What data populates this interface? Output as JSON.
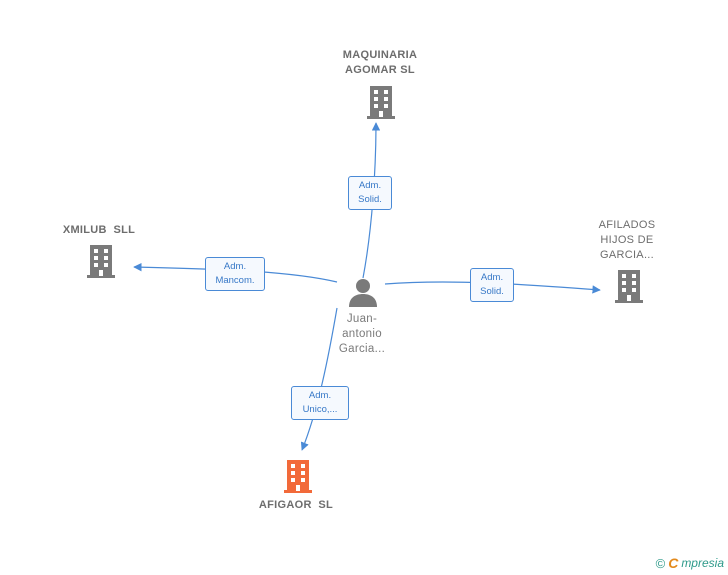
{
  "colors": {
    "edge": "#4a8ad6",
    "building": "#7a7a7a",
    "building_focus": "#f26a3a",
    "person": "#7a7a7a"
  },
  "center": {
    "name": "Juan-\nantonio\nGarcia...",
    "icon": "person-icon"
  },
  "companies": [
    {
      "name": "MAQUINARIA\nAGOMAR SL",
      "icon": "building-icon",
      "focus": false
    },
    {
      "name": "XMILUB  SLL",
      "icon": "building-icon",
      "focus": false
    },
    {
      "name": "AFILADOS\nHIJOS DE\nGARCIA...",
      "icon": "building-icon",
      "focus": false
    },
    {
      "name": "AFIGAOR  SL",
      "icon": "building-icon",
      "focus": true
    }
  ],
  "relations": [
    {
      "label": "Adm.\nSolid.",
      "target": "MAQUINARIA AGOMAR SL"
    },
    {
      "label": "Adm.\nMancom.",
      "target": "XMILUB  SLL"
    },
    {
      "label": "Adm.\nSolid.",
      "target": "AFILADOS HIJOS DE GARCIA..."
    },
    {
      "label": "Adm.\nUnico,...",
      "target": "AFIGAOR  SL"
    }
  ],
  "watermark": {
    "copyright": "©",
    "brand_initial": "C",
    "brand_rest": "mpresia"
  }
}
